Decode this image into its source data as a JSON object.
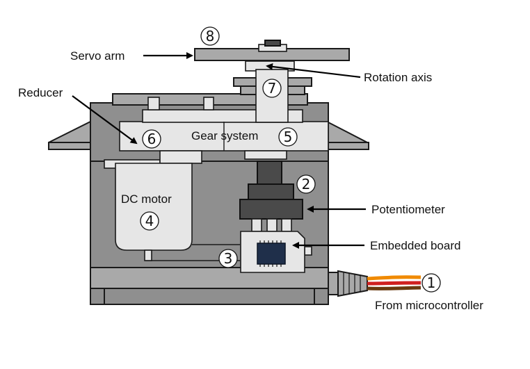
{
  "labels": {
    "servo_arm": "Servo arm",
    "rotation_axis": "Rotation axis",
    "reducer": "Reducer",
    "gear_system": "Gear system",
    "dc_motor": "DC motor",
    "potentiometer": "Potentiometer",
    "embedded_board": "Embedded board",
    "from_microcontroller": "From microcontroller"
  },
  "numbers": {
    "n1": "1",
    "n2": "2",
    "n3": "3",
    "n4": "4",
    "n5": "5",
    "n6": "6",
    "n7": "7",
    "n8": "8"
  },
  "colors": {
    "casing": "#8f8f8f",
    "parts": "#e6e6e6",
    "potentiometer": "#4a4a4a",
    "chip": "#1f2f4a",
    "wire_orange": "#f08a00",
    "wire_red": "#d02020",
    "wire_brown": "#6a3a10"
  }
}
